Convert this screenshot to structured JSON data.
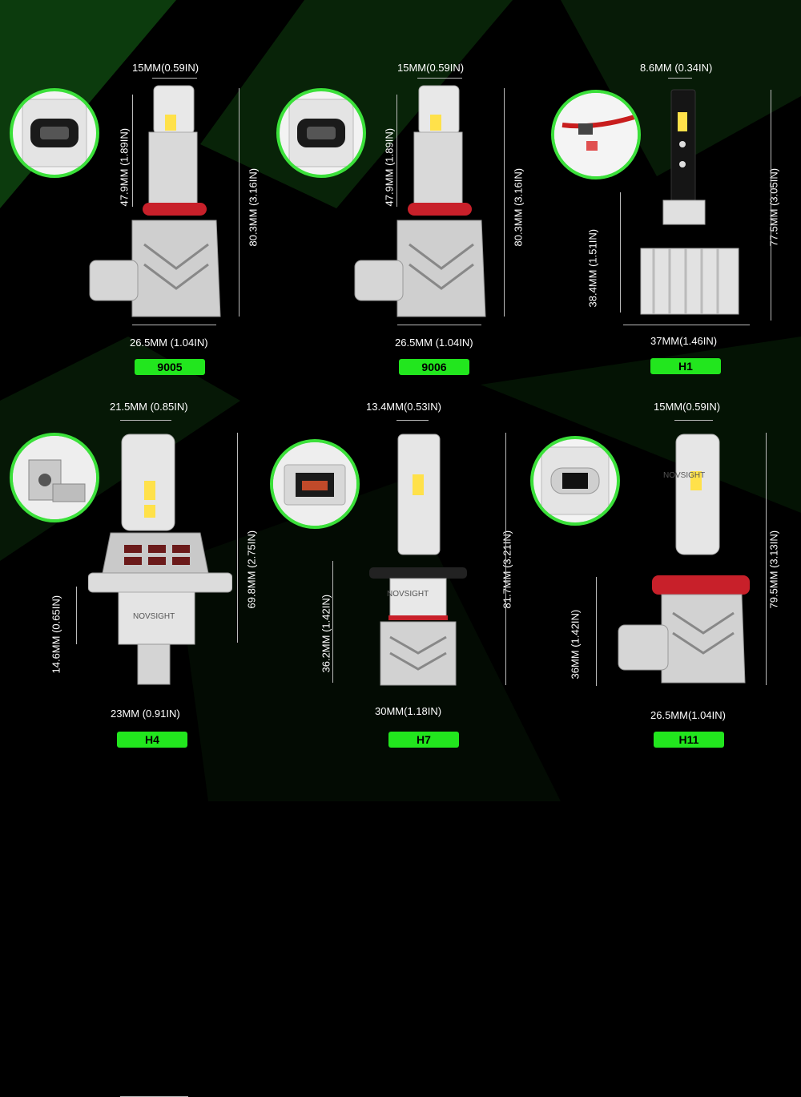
{
  "bulbs": [
    {
      "model": "9005",
      "width_top": "15MM(0.59IN)",
      "height_upper": "47.9MM (1.89IN)",
      "height_total": "80.3MM (3.16IN)",
      "width_base": "26.5MM (1.04IN)"
    },
    {
      "model": "9006",
      "width_top": "15MM(0.59IN)",
      "height_upper": "47.9MM (1.89IN)",
      "height_total": "80.3MM (3.16IN)",
      "width_base": "26.5MM (1.04IN)"
    },
    {
      "model": "H1",
      "width_top": "8.6MM (0.34IN)",
      "height_lower": "38.4MM (1.51IN)",
      "height_total": "77.5MM (3.05IN)",
      "width_base": "37MM(1.46IN)"
    },
    {
      "model": "H4",
      "width_top": "21.5MM (0.85IN)",
      "height_lower": "14.6MM (0.65IN)",
      "height_total": "69.8MM (2.75IN)",
      "width_base": "23MM (0.91IN)"
    },
    {
      "model": "H7",
      "width_top": "13.4MM(0.53IN)",
      "height_lower": "36.2MM (1.42IN)",
      "height_total": "81.7MM (3.21IN)",
      "width_base": "30MM(1.18IN)"
    },
    {
      "model": "H11",
      "width_top": "15MM(0.59IN)",
      "height_lower": "36MM (1.42IN)",
      "height_total": "79.5MM (3.13IN)",
      "width_base": "26.5MM(1.04IN)"
    }
  ],
  "brand": "NOVSIGHT",
  "colors": {
    "accent": "#22e61e",
    "background": "#000000",
    "ring": "#3be03a"
  }
}
